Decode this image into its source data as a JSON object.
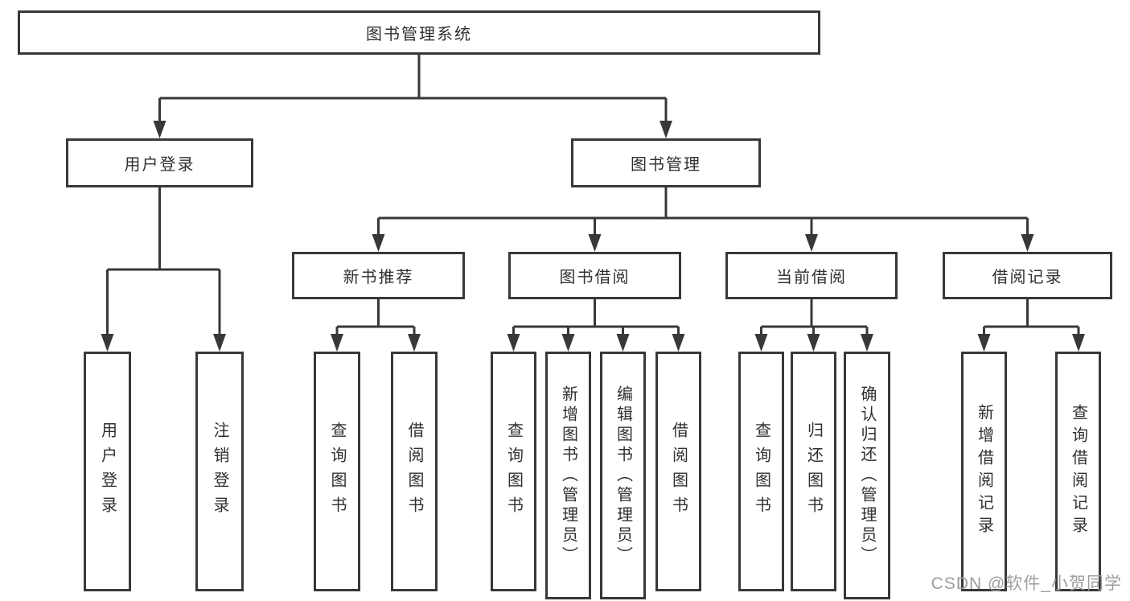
{
  "diagram": {
    "root": {
      "label": "图书管理系统"
    },
    "level2": [
      {
        "label": "用户登录"
      },
      {
        "label": "图书管理"
      }
    ],
    "level3": [
      {
        "label": "新书推荐"
      },
      {
        "label": "图书借阅"
      },
      {
        "label": "当前借阅"
      },
      {
        "label": "借阅记录"
      }
    ],
    "leaves": {
      "user_login": [
        {
          "label": "用户登录"
        },
        {
          "label": "注销登录"
        }
      ],
      "new_book_recommend": [
        {
          "label": "查询图书"
        },
        {
          "label": "借阅图书"
        }
      ],
      "book_borrow": [
        {
          "label": "查询图书"
        },
        {
          "label": "新增图书（管理员）"
        },
        {
          "label": "编辑图书（管理员）"
        },
        {
          "label": "借阅图书"
        }
      ],
      "current_borrow": [
        {
          "label": "查询图书"
        },
        {
          "label": "归还图书"
        },
        {
          "label": "确认归还（管理员）"
        }
      ],
      "borrow_record": [
        {
          "label": "新增借阅记录"
        },
        {
          "label": "查询借阅记录"
        }
      ]
    }
  },
  "watermark": {
    "text": "CSDN @软件_小贺同学"
  },
  "colors": {
    "line": "#383838",
    "text": "#303030",
    "background": "#ffffff",
    "watermark": "#9e9e9e"
  }
}
